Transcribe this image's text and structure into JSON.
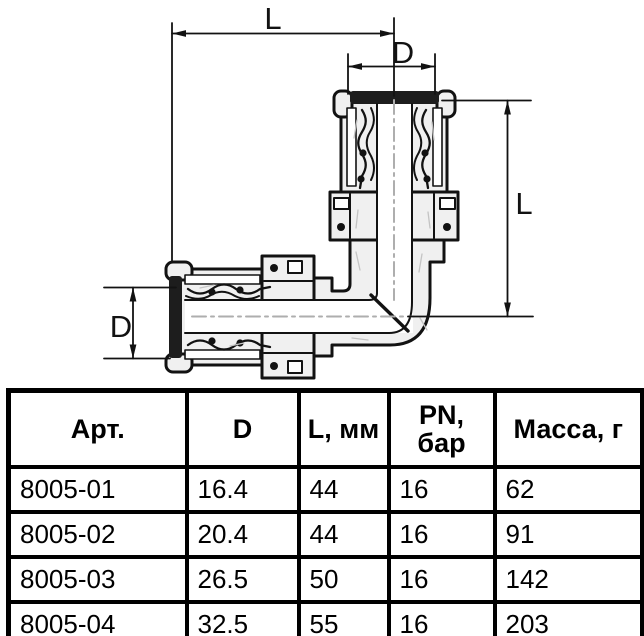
{
  "drawing": {
    "title": "90-degree press elbow fitting cross-section",
    "labels": {
      "length_top": "L",
      "diameter_top": "D",
      "length_right": "L",
      "diameter_left": "D"
    },
    "colors": {
      "line": "#121212",
      "metal_fill": "#f0f0f0",
      "dark_band": "#1d1d1d",
      "centerline": "#aeaeae",
      "table_border": "#000000",
      "background": "#ffffff"
    }
  },
  "table": {
    "headers": [
      "Арт.",
      "D",
      "L, мм",
      "PN,\nбар",
      "Масса, г"
    ],
    "rows": [
      [
        "8005-01",
        "16.4",
        "44",
        "16",
        "62"
      ],
      [
        "8005-02",
        "20.4",
        "44",
        "16",
        "91"
      ],
      [
        "8005-03",
        "26.5",
        "50",
        "16",
        "142"
      ],
      [
        "8005-04",
        "32.5",
        "55",
        "16",
        "203"
      ]
    ]
  }
}
